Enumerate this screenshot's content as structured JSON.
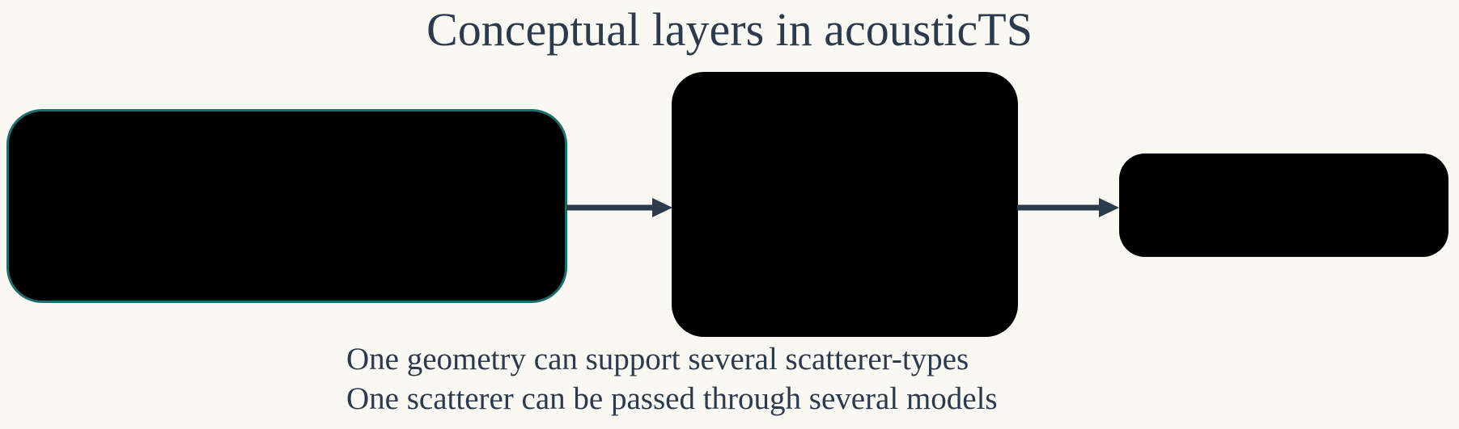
{
  "title": "Conceptual layers in acousticTS",
  "caption": {
    "line1": "One geometry can support several scatterer-types",
    "line2": "One scatterer can be passed through several models"
  },
  "diagram": {
    "boxes": [
      {
        "id": "layer-box-1",
        "fill": "#000000",
        "border_accent": "#1e6c6c"
      },
      {
        "id": "layer-box-2",
        "fill": "#000000"
      },
      {
        "id": "layer-box-3",
        "fill": "#000000"
      }
    ],
    "arrows": [
      {
        "id": "flow-arrow-1",
        "from": "layer-box-1",
        "to": "layer-box-2"
      },
      {
        "id": "flow-arrow-2",
        "from": "layer-box-2",
        "to": "layer-box-3"
      }
    ]
  },
  "colors": {
    "background": "#faf8f2",
    "text": "#2c3a4d",
    "arrow": "#2c3a4d",
    "box_fill": "#000000",
    "box1_border_accent": "#1e6c6c"
  }
}
